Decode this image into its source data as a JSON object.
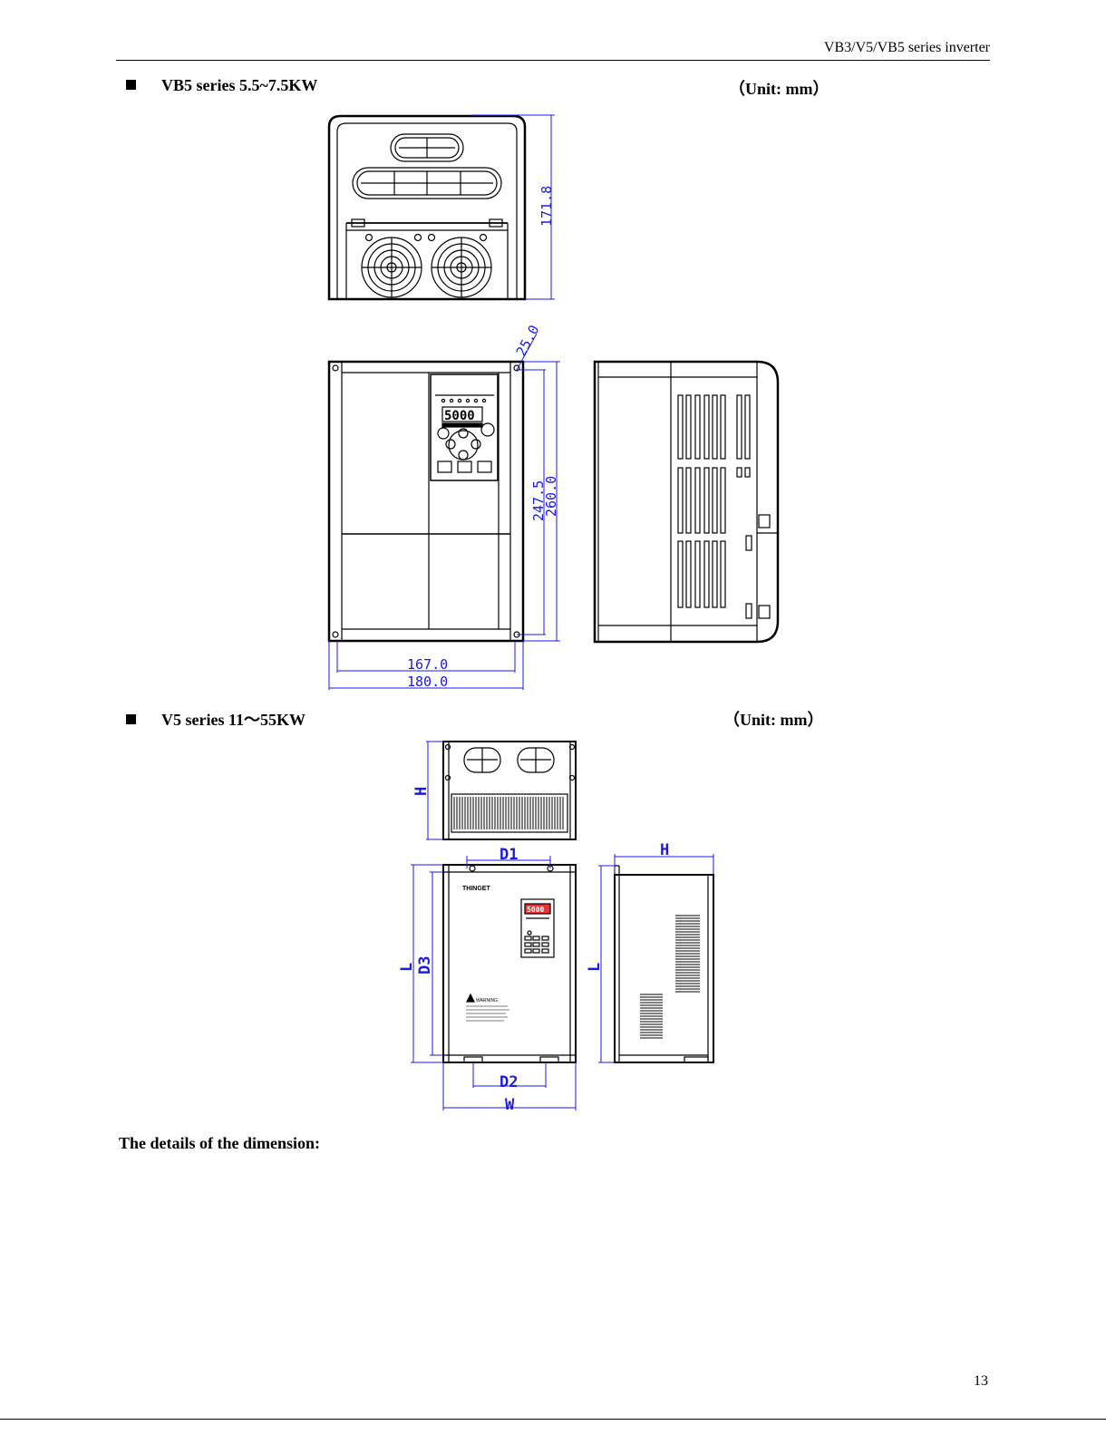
{
  "header": {
    "running_title": "VB3/V5/VB5 series inverter"
  },
  "section_vb5": {
    "title": "VB5 series 5.5~7.5KW",
    "unit": "（Unit: mm）",
    "dims": {
      "height_top": "171.8",
      "offset": "25.0",
      "inner_height": "247.5",
      "outer_height": "260.0",
      "inner_width": "167.0",
      "outer_width": "180.0"
    },
    "display_reading": "5000"
  },
  "section_v5": {
    "title": "V5 series 11～55KW",
    "unit": "（Unit: mm）",
    "labels": {
      "h_top": "H",
      "h_side": "H",
      "d1": "D1",
      "d2": "D2",
      "d3": "D3",
      "l_front": "L",
      "l_side": "L",
      "w": "W"
    },
    "brand": "THINGET",
    "display_reading": "5000",
    "warning_label": "WARNING"
  },
  "details_heading": "The details of the dimension:",
  "page_number": "13"
}
